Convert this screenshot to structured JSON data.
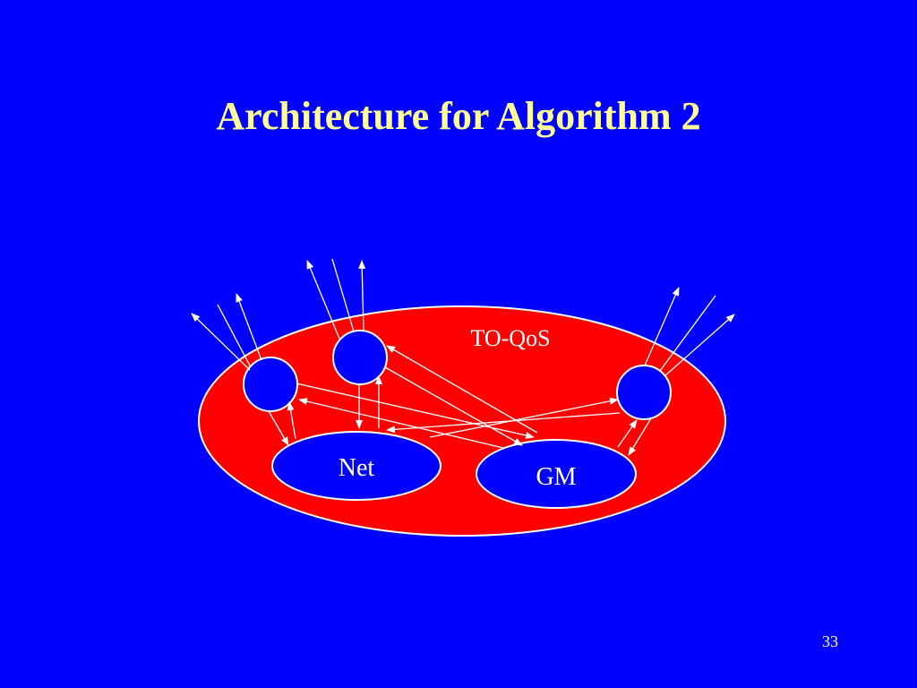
{
  "slide": {
    "title": "Architecture for Algorithm 2",
    "page_number": "33"
  },
  "diagram": {
    "group_label": "TO-QoS",
    "modules": {
      "net": "Net",
      "gm": "GM"
    }
  },
  "colors": {
    "background": "#0000ff",
    "title": "#ffff99",
    "group_fill": "#ff0000",
    "node_fill": "#0000ff",
    "stroke": "#ffffff",
    "label": "#ffffff"
  }
}
